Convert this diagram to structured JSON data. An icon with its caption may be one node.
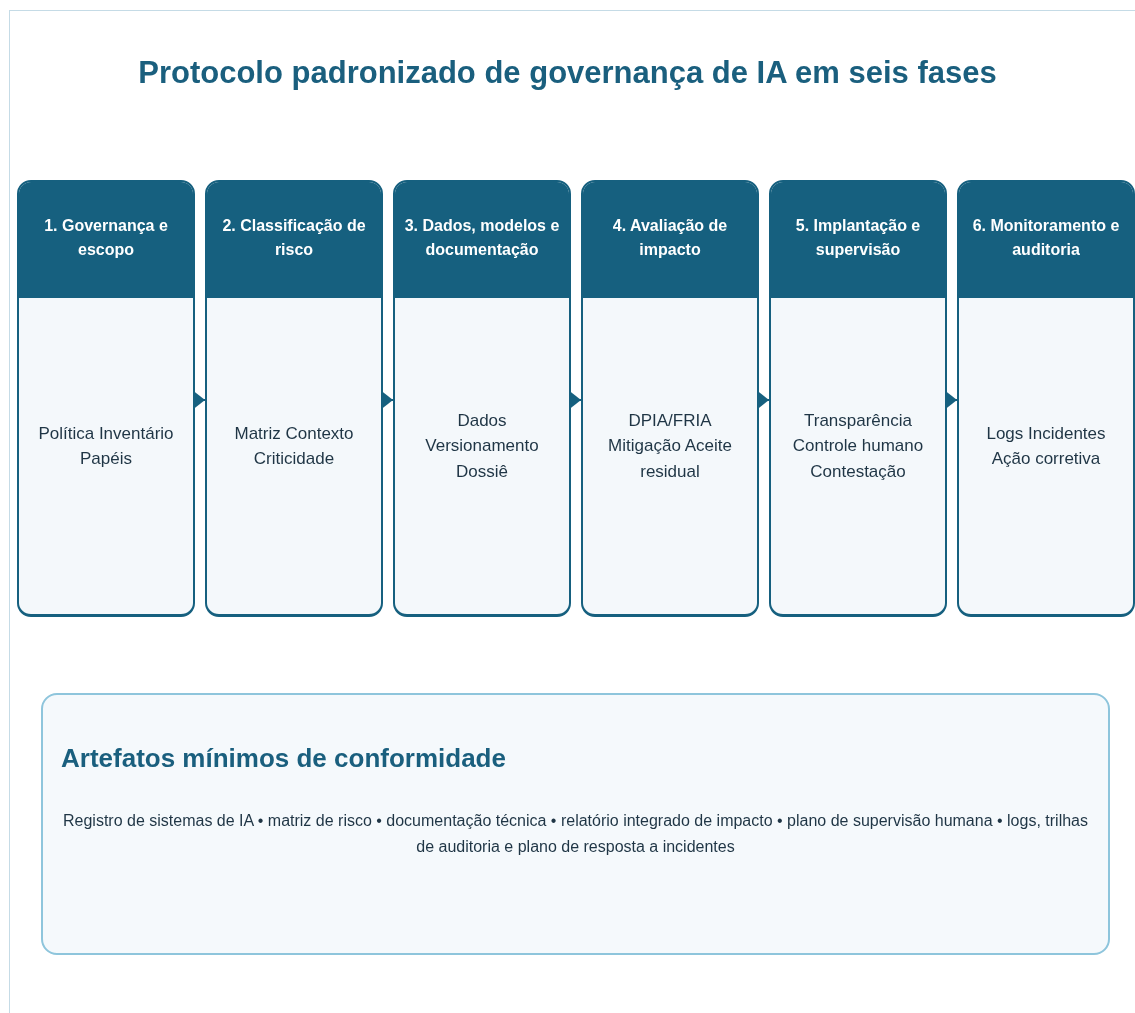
{
  "diagram": {
    "title": "Protocolo padronizado de governança de IA em seis fases",
    "nodes": [
      {
        "text": [
          "1. Governança e escopo",
          "Política Inventário Papéis"
        ]
      },
      {
        "text": [
          "2. Classificação de risco",
          "Matriz Contexto Criticidade"
        ]
      },
      {
        "text": [
          "3. Dados, modelos e documentação",
          "Dados Versionamento Dossiê"
        ]
      },
      {
        "text": [
          "4. Avaliação de impacto",
          "DPIA/FRIA Mitigação Aceite residual"
        ]
      },
      {
        "text": [
          "5. Implantação e supervisão",
          "Transparência Controle humano Contestação"
        ]
      },
      {
        "text": [
          "6. Monitoramento e auditoria",
          "Logs Incidentes Ação corretiva"
        ]
      },
      {
        "text": [
          "Artefatos mínimos de conformidade",
          "Registro de sistemas de IA • matriz de risco • documentação técnica • relatório integrado de impacto • plano de supervisão humana • logs, trilhas de auditoria e plano de resposta a incidentes"
        ]
      }
    ],
    "edges": [
      {
        "from": 0,
        "to": 1,
        "arrow": "to"
      },
      {
        "from": 1,
        "to": 2,
        "arrow": "to"
      },
      {
        "from": 2,
        "to": 3,
        "arrow": "to"
      },
      {
        "from": 3,
        "to": 4,
        "arrow": "to"
      },
      {
        "from": 4,
        "to": 5,
        "arrow": "to"
      }
    ]
  }
}
